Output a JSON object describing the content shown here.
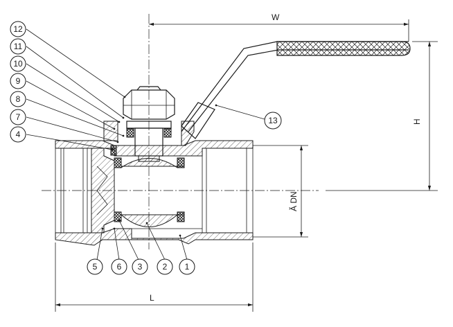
{
  "dimensions": {
    "width_label": "W",
    "height_label": "H",
    "length_label": "L",
    "dn_label": "Ă DN"
  },
  "callouts": [
    "12",
    "11",
    "10",
    "9",
    "8",
    "7",
    "4",
    "13",
    "5",
    "6",
    "3",
    "2",
    "1"
  ]
}
